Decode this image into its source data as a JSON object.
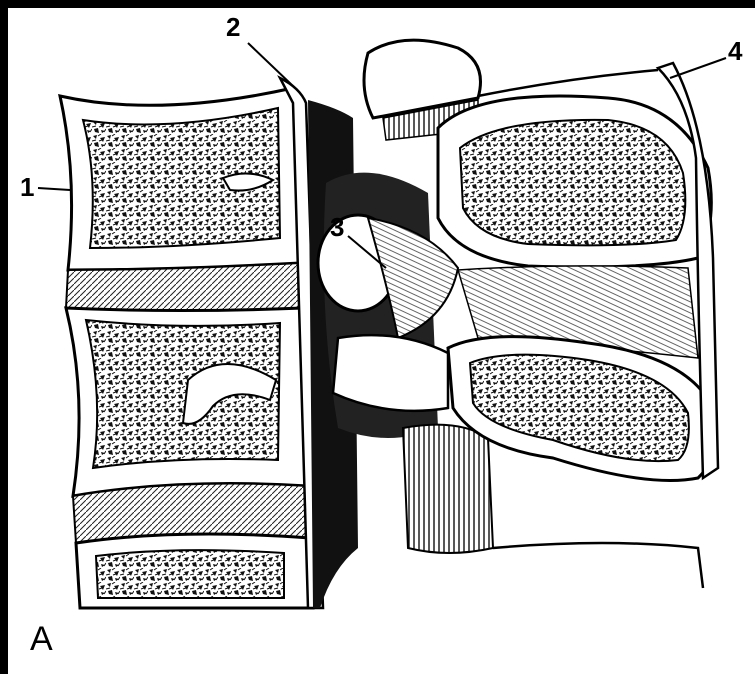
{
  "figure": {
    "panel_label": "A",
    "callouts": [
      {
        "id": "1",
        "text": "1"
      },
      {
        "id": "2",
        "text": "2"
      },
      {
        "id": "3",
        "text": "3"
      },
      {
        "id": "4",
        "text": "4"
      }
    ]
  },
  "colors": {
    "background": "#000000",
    "paper": "#ffffff",
    "ink": "#000000"
  }
}
